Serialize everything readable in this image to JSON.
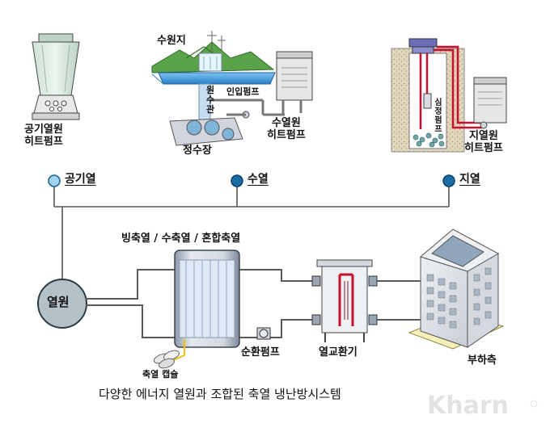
{
  "sources": {
    "air_hp_label": "공기열원\n히트펌프",
    "reservoir_label": "수원지",
    "intake_label": "원수관",
    "inlet_pump_label": "인입펌프",
    "water_hp_label": "수열원\n히트펌프",
    "purification_label": "정수장",
    "well_pump_label": "심정펌프",
    "geo_hp_label": "지열원\n히트펌프"
  },
  "heat_sources": [
    {
      "label": "공기열"
    },
    {
      "label": "수열"
    },
    {
      "label": "지열"
    }
  ],
  "heat_source_node": "열원",
  "storage": {
    "label": "빙축열 / 수축열 / 혼합축열",
    "capsule_label": "축열 캡슐",
    "circulation_pump_label": "순환펌프",
    "heat_exchanger_label": "열교환기",
    "load_label": "부하측"
  },
  "caption": "다양한 에너지 열원과 조합된 축열 냉난방시스템",
  "watermark": "Kharn",
  "colors": {
    "node_fill": "#9fd3ef",
    "node_stroke": "#1b5f8f",
    "pipe": "#5a5a5a",
    "hot_pipe": "#c8102e",
    "cool_pipe": "#1e3d9c",
    "water": "#3b8fd6"
  }
}
